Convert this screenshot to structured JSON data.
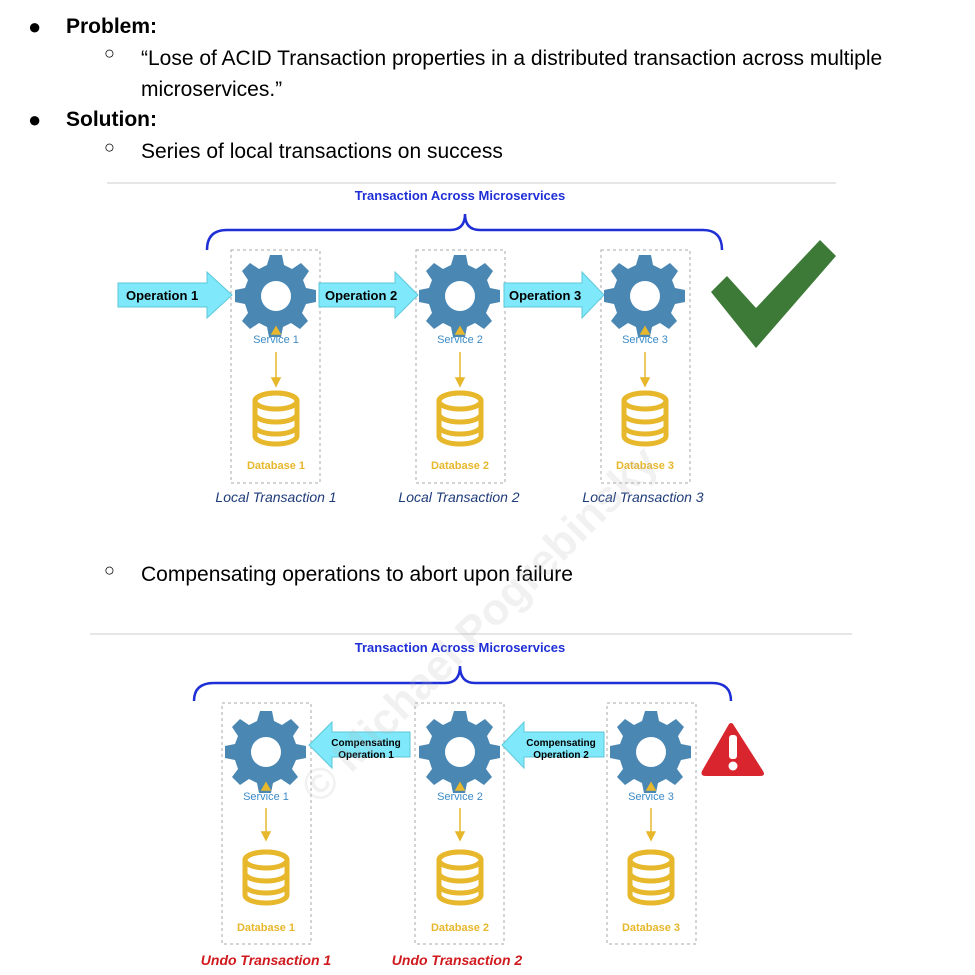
{
  "problem": {
    "heading": "Problem:",
    "text_line1": "“Lose of ACID Transaction properties in a distributed transaction across multiple",
    "text_line2": "microservices.”"
  },
  "solution": {
    "heading": "Solution:",
    "point1": "Series of local transactions on success",
    "point2": "Compensating operations to abort upon failure"
  },
  "diagram_success": {
    "title": "Transaction Across Microservices",
    "operations": [
      "Operation 1",
      "Operation 2",
      "Operation 3"
    ],
    "services": [
      "Service 1",
      "Service 2",
      "Service 3"
    ],
    "databases": [
      "Database 1",
      "Database 2",
      "Database 3"
    ],
    "local_transactions": [
      "Local Transaction 1",
      "Local Transaction 2",
      "Local Transaction 3"
    ],
    "status_icon": "checkmark-icon"
  },
  "diagram_failure": {
    "title": "Transaction Across Microservices",
    "compensating_ops": [
      {
        "line1": "Compensating",
        "line2": "Operation 1"
      },
      {
        "line1": "Compensating",
        "line2": "Operation 2"
      }
    ],
    "services": [
      "Service 1",
      "Service 2",
      "Service 3"
    ],
    "databases": [
      "Database 1",
      "Database 2",
      "Database 3"
    ],
    "undo_transactions": [
      "Undo Transaction 1",
      "Undo Transaction 2"
    ],
    "status_icon": "warning-icon"
  },
  "watermark": "© Michael Pogrebinsky",
  "colors": {
    "brace_blue": "#1f2fd6",
    "gear_blue": "#4a87b3",
    "service_label": "#3d8bc7",
    "db_gold": "#e7b72c",
    "arrow_fill": "#7fe9fb",
    "check_green": "#3d7a37",
    "warning_red": "#d9262e",
    "undo_red": "#d0191d"
  }
}
